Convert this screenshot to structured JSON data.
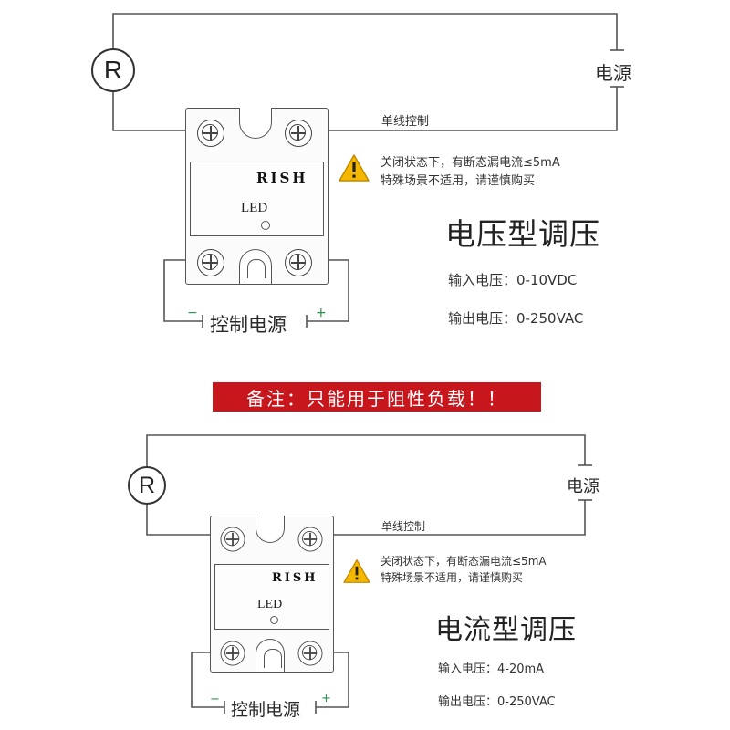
{
  "top": {
    "load_symbol": "R",
    "power_label": "电源",
    "wire_label": "单线控制",
    "brand": "RISH",
    "led_label": "LED",
    "warning_line1": "关闭状态下，有断态漏电流≤5mA",
    "warning_line2": "特殊场景不适用，请谨慎购买",
    "mode_title": "电压型调压",
    "input_spec": "输入电压：0-10VDC",
    "output_spec": "输出电压：0-250VAC",
    "control_power_label": "控制电源",
    "minus": "−",
    "plus": "+"
  },
  "banner": {
    "text": "备注：只能用于阻性负载！！"
  },
  "bottom": {
    "load_symbol": "R",
    "power_label": "电源",
    "wire_label": "单线控制",
    "brand": "RISH",
    "led_label": "LED",
    "warning_line1": "关闭状态下，有断态漏电流≤5mA",
    "warning_line2": "特殊场景不适用，请谨慎购买",
    "mode_title": "电流型调压",
    "input_spec": "输入电压：4-20mA",
    "output_spec": "输出电压：0-250VAC",
    "control_power_label": "控制电源",
    "minus": "−",
    "plus": "+"
  },
  "colors": {
    "banner_bg": "#c8161d",
    "warning_yellow": "#f5b800",
    "line": "#555555"
  },
  "icons": {
    "warning": "warning-triangle-icon",
    "screw": "screw-terminal-icon"
  }
}
